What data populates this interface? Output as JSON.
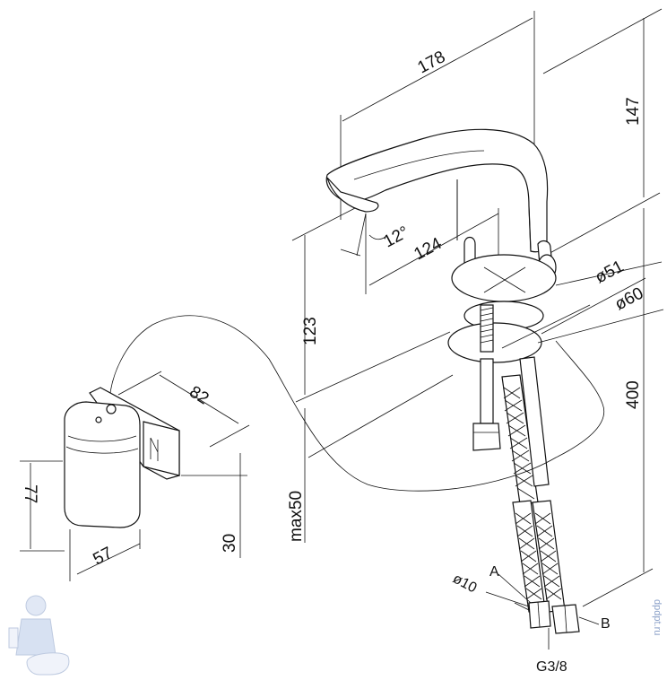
{
  "dimensions": {
    "width_178": "178",
    "height_147": "147",
    "angle_12": "12°",
    "reach_124": "124",
    "dia_51": "ø51",
    "dia_60": "ø60",
    "height_123": "123",
    "length_400": "400",
    "max_50": "max50",
    "box_82": "82",
    "box_30": "30",
    "box_57": "57",
    "box_77": "77",
    "hose_10": "ø10",
    "thread_g38": "G3/8"
  },
  "labels": {
    "hose_a": "A",
    "hose_b": "B"
  },
  "watermark": {
    "text": "dpdpt.ru"
  },
  "colors": {
    "line": "#111111",
    "background": "#ffffff",
    "watermark": "#8aa0c8"
  }
}
